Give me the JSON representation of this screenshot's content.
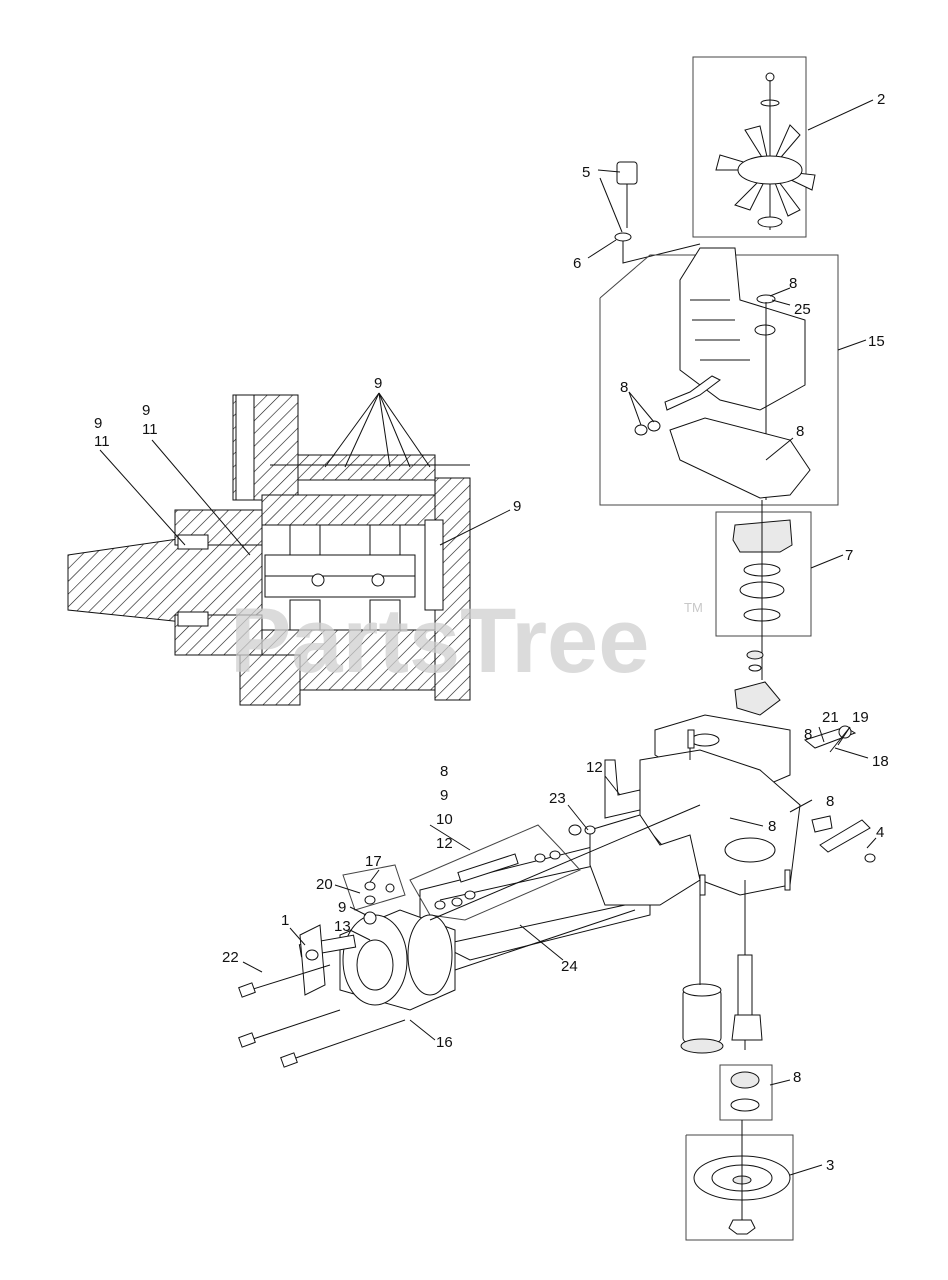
{
  "watermark": {
    "brand": "PartsTree",
    "trademark": "TM"
  },
  "callouts": {
    "c1": "1",
    "c2": "2",
    "c3": "3",
    "c4": "4",
    "c5": "5",
    "c6": "6",
    "c7": "7",
    "c8a": "8",
    "c8b": "8",
    "c8c": "8",
    "c8d": "8",
    "c8e": "8",
    "c8f": "8",
    "c8g": "8",
    "c8h": "8",
    "c9a": "9",
    "c9b": "9",
    "c9c": "9",
    "c9d": "9",
    "c9e": "9",
    "c9f": "9",
    "c10": "10",
    "c11a": "11",
    "c11b": "11",
    "c12a": "12",
    "c12b": "12",
    "c13": "13",
    "c15": "15",
    "c16": "16",
    "c17": "17",
    "c18": "18",
    "c19": "19",
    "c20": "20",
    "c21": "21",
    "c22": "22",
    "c23": "23",
    "c24": "24",
    "c25": "25"
  }
}
